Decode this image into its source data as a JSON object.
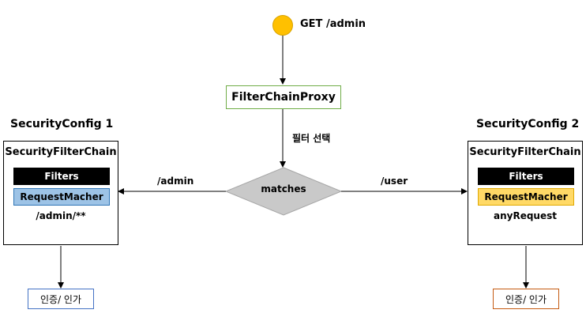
{
  "request": {
    "label": "GET /admin"
  },
  "proxy": {
    "label": "FilterChainProxy"
  },
  "selection": {
    "label": "필터 선택"
  },
  "decision": {
    "label": "matches"
  },
  "routes": {
    "left_label": "/admin",
    "right_label": "/user"
  },
  "configs": [
    {
      "title": "SecurityConfig 1",
      "chain_title": "SecurityFilterChain",
      "filters_label": "Filters",
      "matcher_label": "RequestMacher",
      "pattern": "/admin/**",
      "result_label": "인증/ 인가",
      "matcher_color": "#9dc3e6",
      "result_border_color": "#4472c4"
    },
    {
      "title": "SecurityConfig 2",
      "chain_title": "SecurityFilterChain",
      "filters_label": "Filters",
      "matcher_label": "RequestMacher",
      "pattern": "anyRequest",
      "result_label": "인증/ 인가",
      "matcher_color": "#ffd966",
      "result_border_color": "#c55a11"
    }
  ],
  "colors": {
    "request_dot": "#ffc000",
    "proxy_border": "#70ad47",
    "decision_fill": "#c9c9c9"
  }
}
